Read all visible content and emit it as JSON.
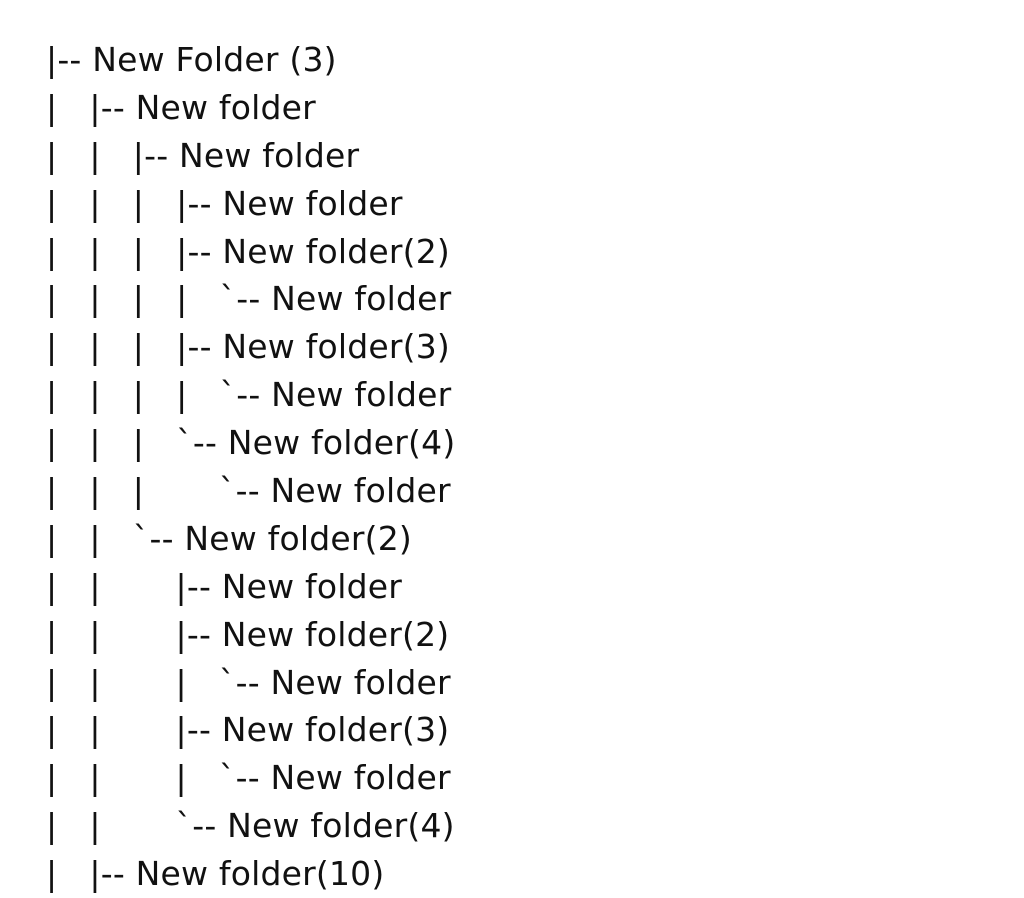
{
  "tree": {
    "rows": [
      {
        "prefix": "|-- ",
        "name": "New Folder (3)"
      },
      {
        "prefix": "|   |-- ",
        "name": "New folder"
      },
      {
        "prefix": "|   |   |-- ",
        "name": "New folder"
      },
      {
        "prefix": "|   |   |   |-- ",
        "name": "New folder"
      },
      {
        "prefix": "|   |   |   |-- ",
        "name": "New folder(2)"
      },
      {
        "prefix": "|   |   |   |   `-- ",
        "name": "New folder"
      },
      {
        "prefix": "|   |   |   |-- ",
        "name": "New folder(3)"
      },
      {
        "prefix": "|   |   |   |   `-- ",
        "name": "New folder"
      },
      {
        "prefix": "|   |   |   `-- ",
        "name": "New folder(4)"
      },
      {
        "prefix": "|   |   |       `-- ",
        "name": "New folder"
      },
      {
        "prefix": "|   |   `-- ",
        "name": "New folder(2)"
      },
      {
        "prefix": "|   |       |-- ",
        "name": "New folder"
      },
      {
        "prefix": "|   |       |-- ",
        "name": "New folder(2)"
      },
      {
        "prefix": "|   |       |   `-- ",
        "name": "New folder"
      },
      {
        "prefix": "|   |       |-- ",
        "name": "New folder(3)"
      },
      {
        "prefix": "|   |       |   `-- ",
        "name": "New folder"
      },
      {
        "prefix": "|   |       `-- ",
        "name": "New folder(4)"
      },
      {
        "prefix": "|   |-- ",
        "name": "New folder(10)"
      }
    ]
  }
}
